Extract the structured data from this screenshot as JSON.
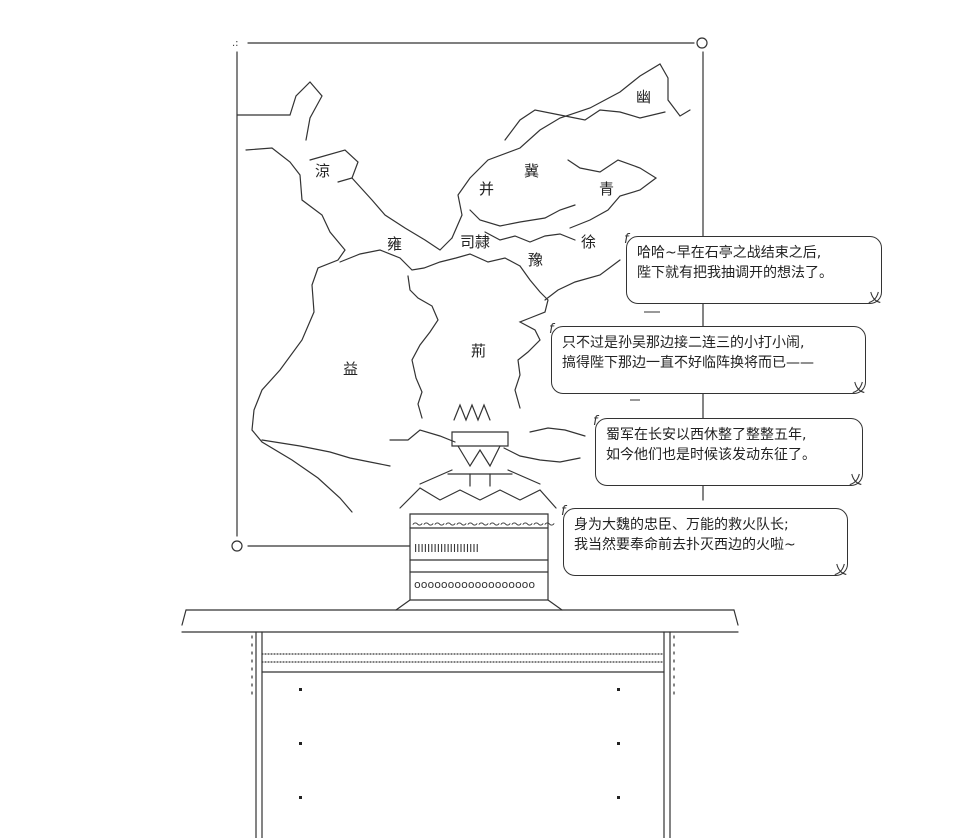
{
  "map": {
    "regions": {
      "you": "幽",
      "ji": "冀",
      "liang": "涼",
      "bing": "并",
      "qing": "青",
      "sili": "司隷",
      "yong": "雍",
      "xu": "徐",
      "yu": "豫",
      "jing": "荊",
      "yi": "益"
    }
  },
  "dialogue": [
    {
      "lines": [
        "哈哈~早在石亭之战结束之后,",
        "陛下就有把我抽调开的想法了。"
      ]
    },
    {
      "lines": [
        "只不过是孙吴那边接二连三的小打小闹,",
        "搞得陛下那边一直不好临阵换将而已——"
      ]
    },
    {
      "lines": [
        "蜀军在长安以西休整了整整五年,",
        "如今他们也是时候该发动东征了。"
      ]
    },
    {
      "lines": [
        "身为大魏的忠臣、万能的救火队长;",
        "我当然要奉命前去扑灭西边的火啦~"
      ]
    }
  ]
}
